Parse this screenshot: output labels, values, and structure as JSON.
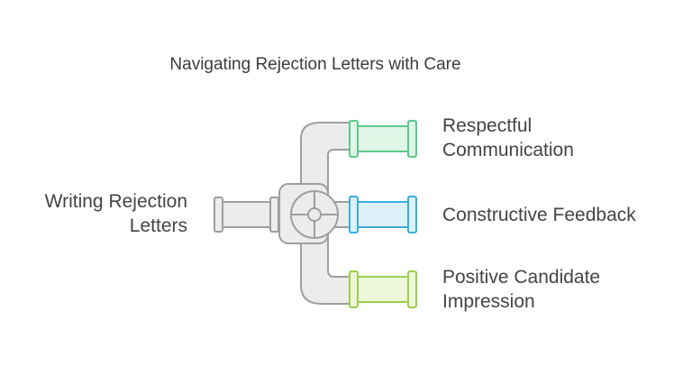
{
  "title": "Navigating Rejection Letters with Care",
  "source": {
    "lines": [
      "Writing Rejection",
      "Letters"
    ]
  },
  "outputs": [
    {
      "lines": [
        "Respectful",
        "Communication"
      ],
      "color": "#5cc98a",
      "fill": "#dff5e6"
    },
    {
      "lines": [
        "Constructive Feedback"
      ],
      "color": "#3aaedb",
      "fill": "#dcf1fa"
    },
    {
      "lines": [
        "Positive Candidate",
        "Impression"
      ],
      "color": "#9ccf4d",
      "fill": "#eef7d9"
    }
  ],
  "colors": {
    "pipe_fill": "#ececec",
    "pipe_stroke": "#9e9e9e",
    "text": "#444444"
  }
}
